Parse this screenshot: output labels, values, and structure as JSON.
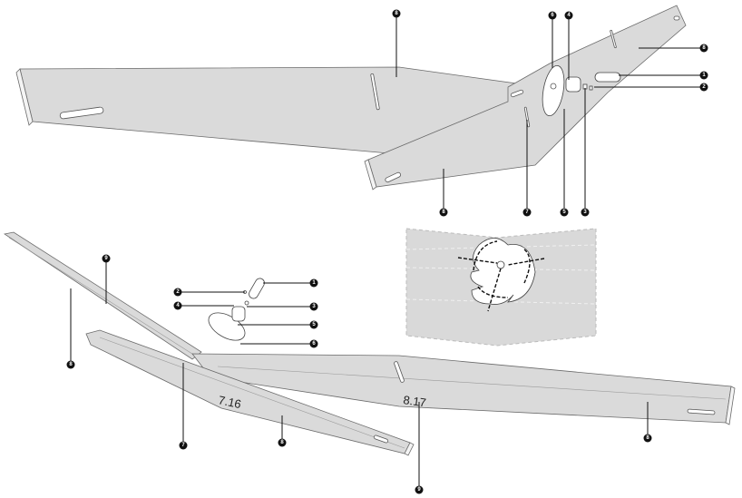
{
  "callouts_top": [
    "8",
    "6",
    "4",
    "8",
    "1",
    "2",
    "3",
    "5",
    "7",
    "8"
  ],
  "callouts_bottom": [
    "9",
    "8",
    "2",
    "4",
    "1",
    "3",
    "5",
    "6",
    "7",
    "8",
    "9",
    "8"
  ],
  "board_labels": [
    "7.16",
    "8.17"
  ]
}
